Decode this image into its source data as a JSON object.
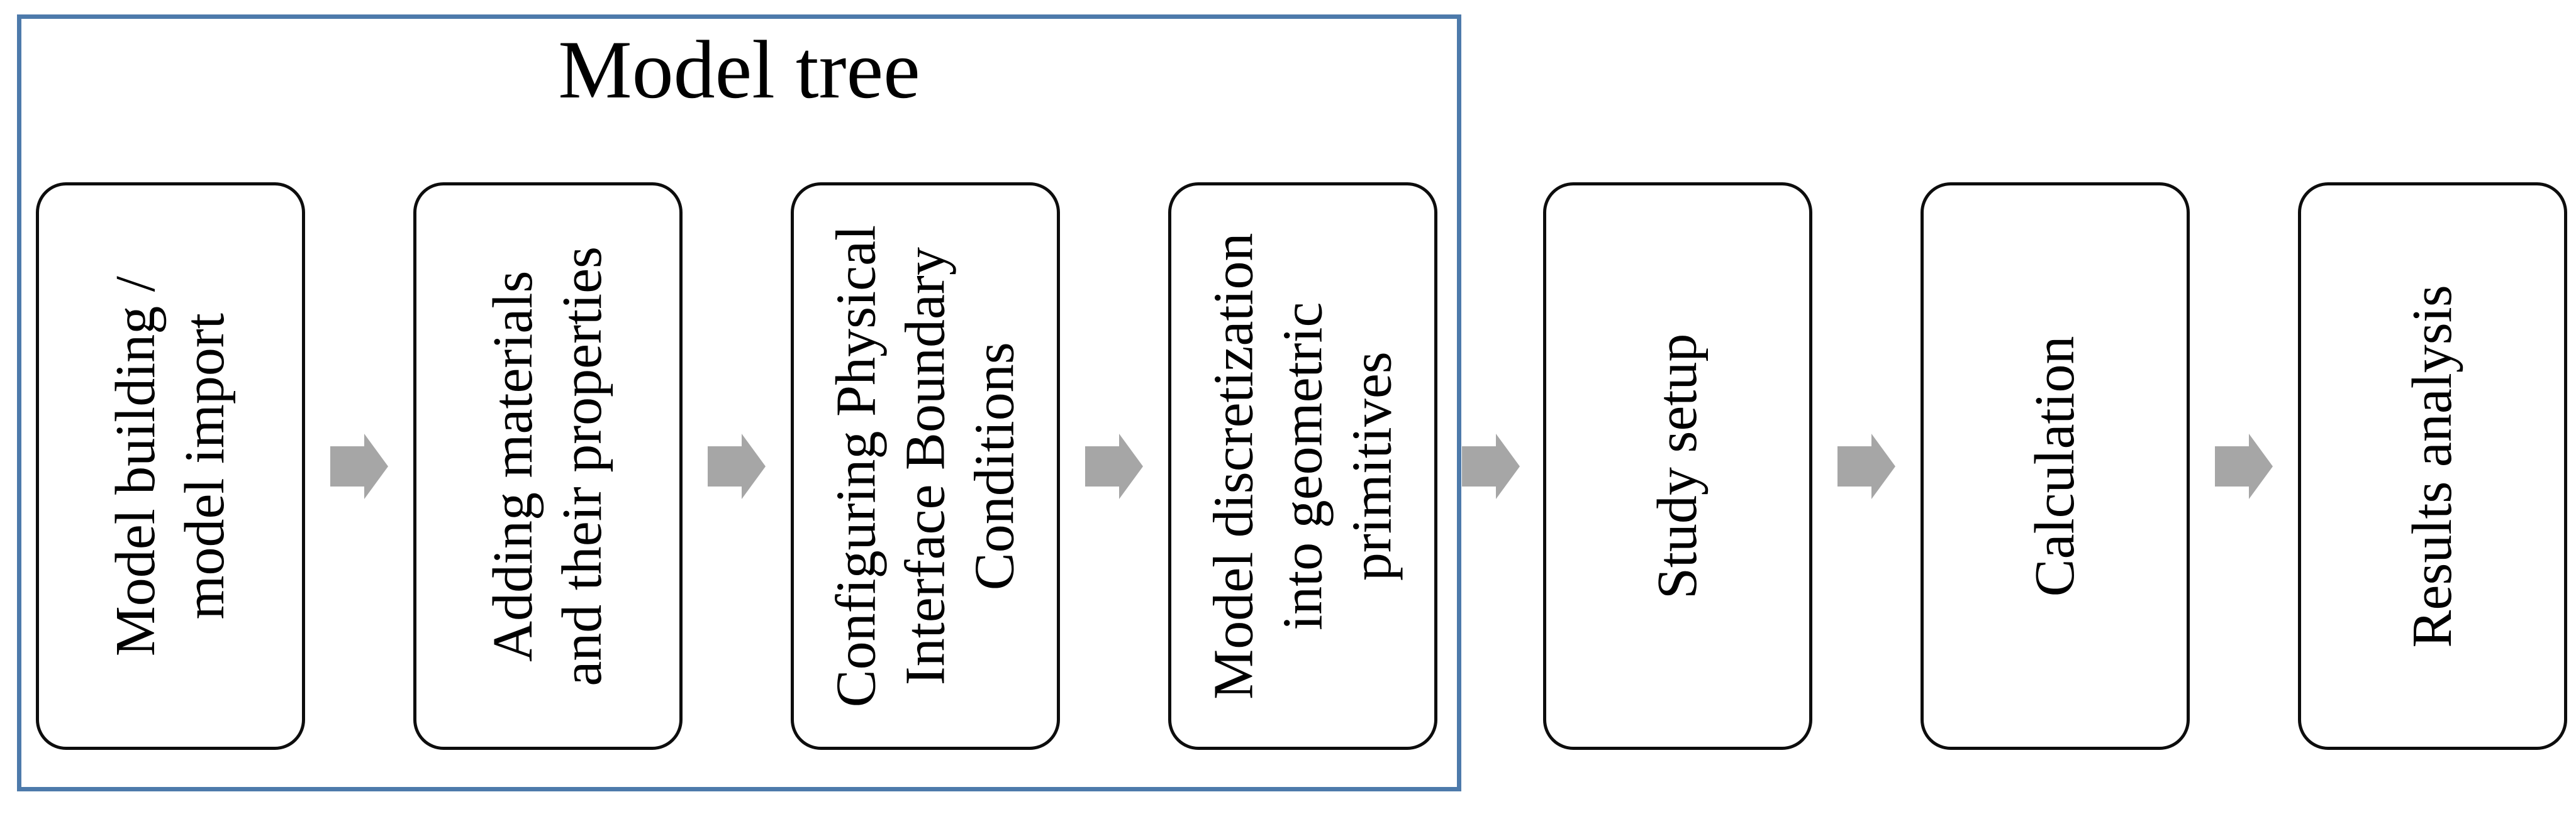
{
  "diagram": {
    "title": "Model tree",
    "steps": [
      {
        "label": "Model building /\nmodel import",
        "group": "Model tree"
      },
      {
        "label": "Adding materials\nand their properties",
        "group": "Model tree"
      },
      {
        "label": "Configuring Physical\nInterface Boundary\nConditions",
        "group": "Model tree"
      },
      {
        "label": "Model discretization\ninto geometric\nprimitives",
        "group": "Model tree"
      },
      {
        "label": "Study setup",
        "group": ""
      },
      {
        "label": "Calculation",
        "group": ""
      },
      {
        "label": "Results analysis",
        "group": ""
      }
    ],
    "arrow_icon": "right-block-arrow",
    "colors": {
      "container_border": "#4d7aab",
      "arrow": "#a6a6a6",
      "box_border": "#0d0d0d",
      "text": "#000000",
      "background": "#ffffff"
    }
  }
}
